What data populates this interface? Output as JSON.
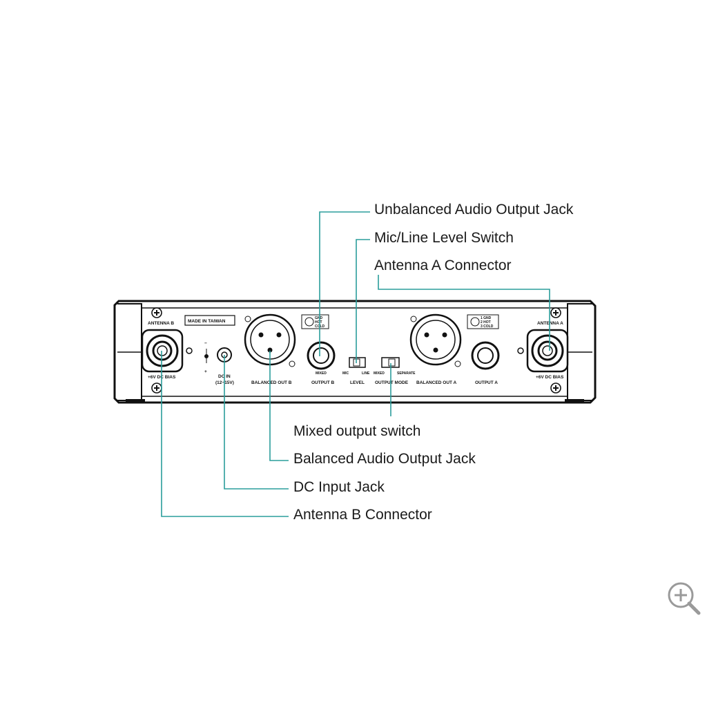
{
  "callouts": {
    "unbalanced": "Unbalanced Audio Output Jack",
    "mic_line": "Mic/Line Level Switch",
    "antenna_a": "Antenna A Connector",
    "mixed": "Mixed output switch",
    "balanced": "Balanced Audio Output Jack",
    "dc_input": "DC Input Jack",
    "antenna_b": "Antenna B Connector"
  },
  "panel": {
    "antenna_b": "ANTENNA B",
    "made_in": "MADE IN TAIWAN",
    "bias_b": "+6V DC BIAS",
    "dc_in": "DC IN",
    "dc_range": "(12~15V)",
    "balanced_out_b": "BALANCED OUT B",
    "output_b": "OUTPUT B",
    "mixed_small": "MIXED",
    "mic": "MIC",
    "line": "LINE",
    "level": "LEVEL",
    "mixed_switch": "MIXED",
    "separate": "SEPARATE",
    "output_mode": "OUTPUT MODE",
    "balanced_out_a": "BALANCED OUT A",
    "output_a": "OUTPUT A",
    "antenna_a": "ANTENNA A",
    "bias_a": "+6V DC BIAS",
    "pin_gnd": "GND",
    "pin_hot": "HOT",
    "pin_cold": "COLD",
    "pin_gnd_a": "1 GND",
    "pin_hot_a": "2 HOT",
    "pin_cold_a": "3 COLD",
    "minus": "−",
    "plus": "+"
  },
  "icons": {
    "zoom": "zoom-in-icon"
  },
  "colors": {
    "leader": "#2a9d9b",
    "device": "#1a1a1a"
  }
}
